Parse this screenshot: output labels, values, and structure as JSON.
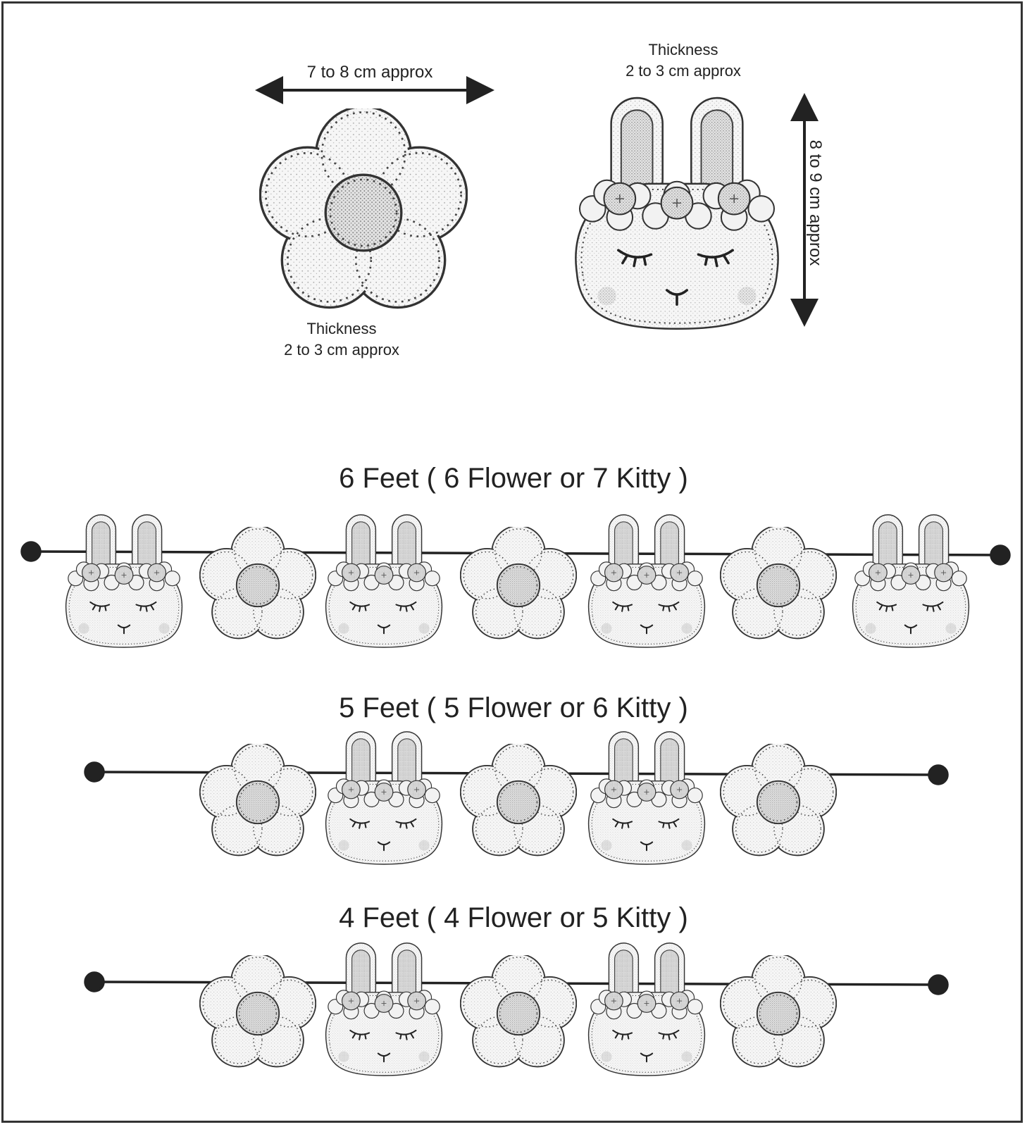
{
  "top": {
    "flower_width_label": "7 to 8 cm approx",
    "flower_thickness_title": "Thickness",
    "flower_thickness_value": "2 to 3 cm approx",
    "kitty_thickness_title": "Thickness",
    "kitty_thickness_value": "2 to 3 cm approx",
    "kitty_height_label": "8 to 9 cm approx"
  },
  "garlands": [
    {
      "title": "6 Feet ( 6 Flower or 7 Kitty )",
      "items": [
        "kitty",
        "flower",
        "kitty",
        "flower",
        "kitty",
        "flower",
        "kitty"
      ]
    },
    {
      "title": "5 Feet ( 5 Flower or 6 Kitty )",
      "items": [
        "flower",
        "kitty",
        "flower",
        "kitty",
        "flower"
      ]
    },
    {
      "title": "4 Feet ( 4 Flower or 5 Kitty )",
      "items": [
        "flower",
        "kitty",
        "flower",
        "kitty",
        "flower"
      ]
    }
  ],
  "colors": {
    "ink": "#222222",
    "felt": "#f4f4f4",
    "center": "#dcdcdc",
    "cheek": "#d6d6d6"
  }
}
